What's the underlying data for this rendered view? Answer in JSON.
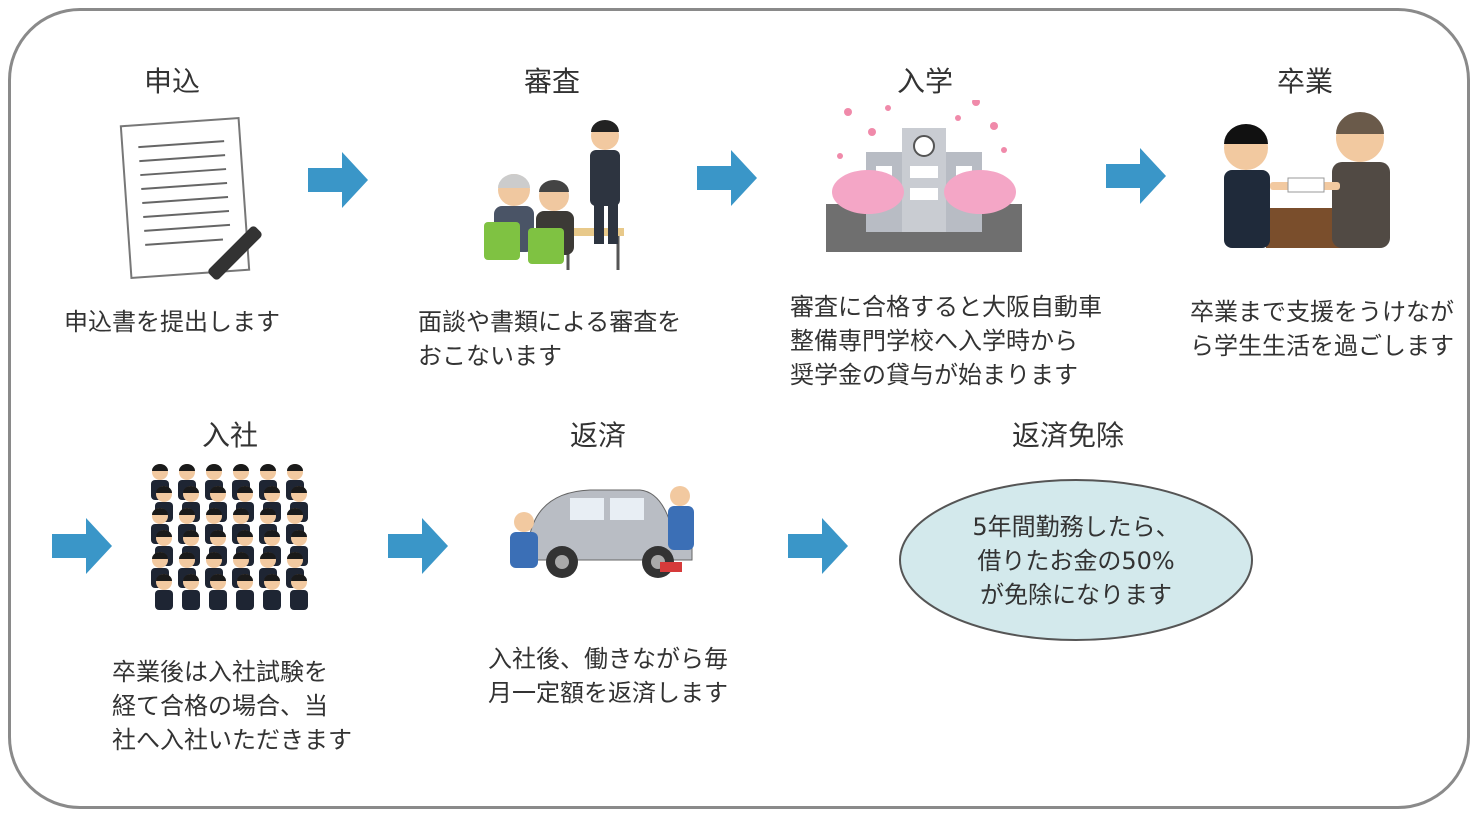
{
  "steps": [
    {
      "title": "申込",
      "text": "申込書を提出します",
      "icon": "application-form-icon"
    },
    {
      "title": "審査",
      "text": "面談や書類による審査を\nおこないます",
      "icon": "interview-icon"
    },
    {
      "title": "入学",
      "text": "審査に合格すると大阪自動車\n整備専門学校へ入学時から\n奨学金の貸与が始まります",
      "icon": "school-building-icon"
    },
    {
      "title": "卒業",
      "text": "卒業まで支援をうけなが\nら学生生活を過ごします",
      "icon": "graduation-ceremony-icon"
    },
    {
      "title": "入社",
      "text": "卒業後は入社試験を\n経て合格の場合、当\n社へ入社いただきます",
      "icon": "new-employees-icon"
    },
    {
      "title": "返済",
      "text": "入社後、働きながら毎\n月一定額を返済します",
      "icon": "car-mechanics-icon"
    },
    {
      "title": "返済免除",
      "text": "5年間勤務したら、\n借りたお金の50%\nが免除になります",
      "icon": "exemption-ellipse"
    }
  ],
  "colors": {
    "arrow": "#3a96c8",
    "ellipse_fill": "#d3e9ec",
    "frame": "#8a8a8a",
    "text": "#333333"
  }
}
